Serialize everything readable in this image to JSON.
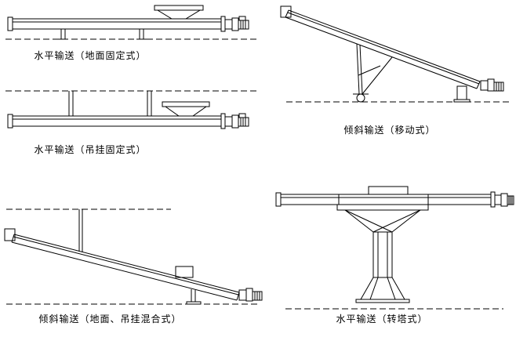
{
  "page": {
    "background": "#ffffff",
    "line_color": "#000000",
    "type": "screw-conveyor-installation-diagrams"
  },
  "figures": [
    {
      "id": "horizontal-ground-fixed",
      "caption": "水平输送（地面固定式）"
    },
    {
      "id": "horizontal-hanging-fixed",
      "caption": "水平输送（吊挂固定式）"
    },
    {
      "id": "inclined-mobile",
      "caption": "倾斜输送（移动式）"
    },
    {
      "id": "inclined-ground-hanging-mixed",
      "caption": "倾斜输送（地面、吊挂混合式）"
    },
    {
      "id": "horizontal-turret",
      "caption": "水平输送（转塔式）"
    }
  ]
}
